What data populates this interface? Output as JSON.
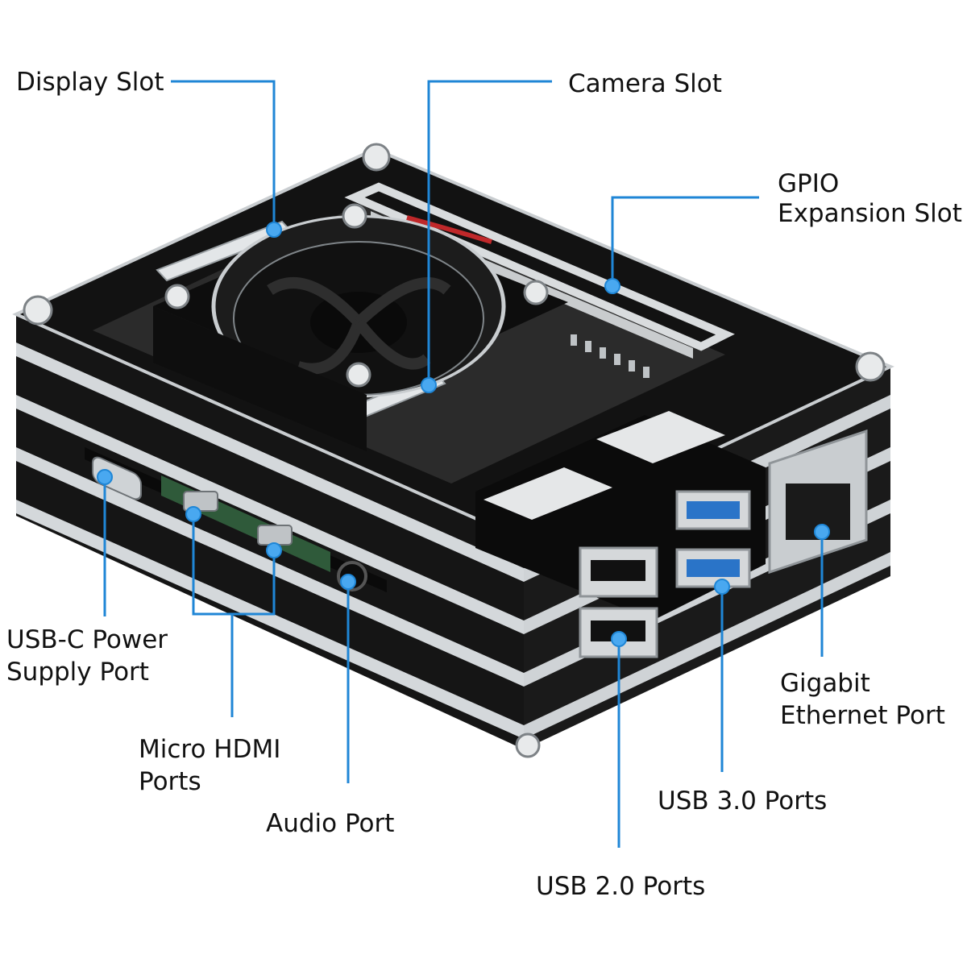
{
  "labels": {
    "display_slot": "Display Slot",
    "camera_slot": "Camera Slot",
    "gpio_line1": "GPIO",
    "gpio_line2": "Expansion Slot",
    "usbc_line1": "USB-C Power",
    "usbc_line2": "Supply Port",
    "hdmi_line1": "Micro HDMI",
    "hdmi_line2": "Ports",
    "audio_port": "Audio Port",
    "usb2_ports": "USB 2.0 Ports",
    "usb3_ports": "USB 3.0 Ports",
    "eth_line1": "Gigabit",
    "eth_line2": "Ethernet Port"
  },
  "colors": {
    "callout": "#1f86d6",
    "case_black": "#141414",
    "acrylic_clear": "#d8dcdf",
    "usb3_blue": "#2a74c8",
    "pcb_green": "#2f5a3a"
  }
}
